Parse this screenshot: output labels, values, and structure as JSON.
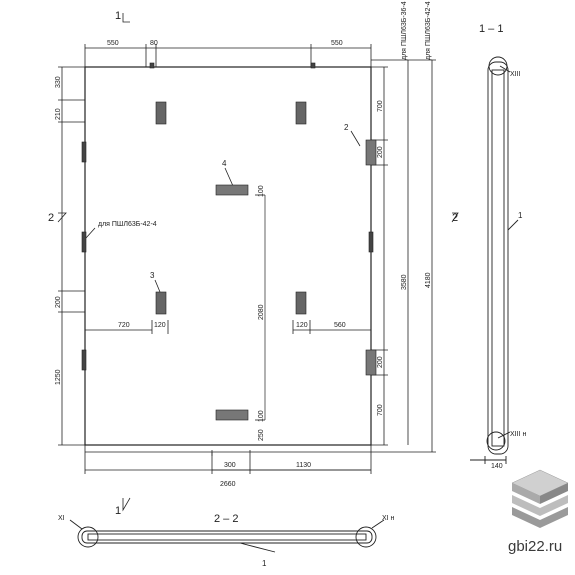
{
  "panel_dims": {
    "top_left": "550",
    "top_gap": "80",
    "top_right": "550",
    "left_330": "330",
    "left_210": "210",
    "left_200": "200",
    "left_1250": "1250",
    "right_700_top": "700",
    "right_200_a": "200",
    "right_200_b": "200",
    "right_700_bot": "700",
    "height_3580": "3580",
    "height_4180": "4180",
    "inner_100_a": "100",
    "inner_2080": "2080",
    "inner_100_b": "100",
    "inner_250": "250",
    "w_720": "720",
    "w_120_a": "120",
    "w_120_b": "120",
    "w_560": "560",
    "bot_300": "300",
    "bot_1130": "1130",
    "total_2660": "2660",
    "sect_140": "140"
  },
  "notes": {
    "psh_36": "для ПШЛ63Б-36-4",
    "psh_42_right": "для ПШЛ63Б-42-4",
    "psh_42_left": "для ПШЛ63Б-42-4"
  },
  "positions": {
    "p1": "1",
    "p2": "2",
    "p3": "3",
    "p4": "4",
    "p1_section": "1"
  },
  "section_marks": {
    "s1_top": "1",
    "s1_bottom": "1",
    "s2_left": "2",
    "s2_right": "2",
    "title_11": "1 – 1",
    "title_22": "2 – 2"
  },
  "node_marks": {
    "xiii": "XIII",
    "xiii_n": "XIII н",
    "xi": "XI",
    "xi_n": "XI н"
  },
  "watermark": {
    "site": "gbi22.ru"
  }
}
